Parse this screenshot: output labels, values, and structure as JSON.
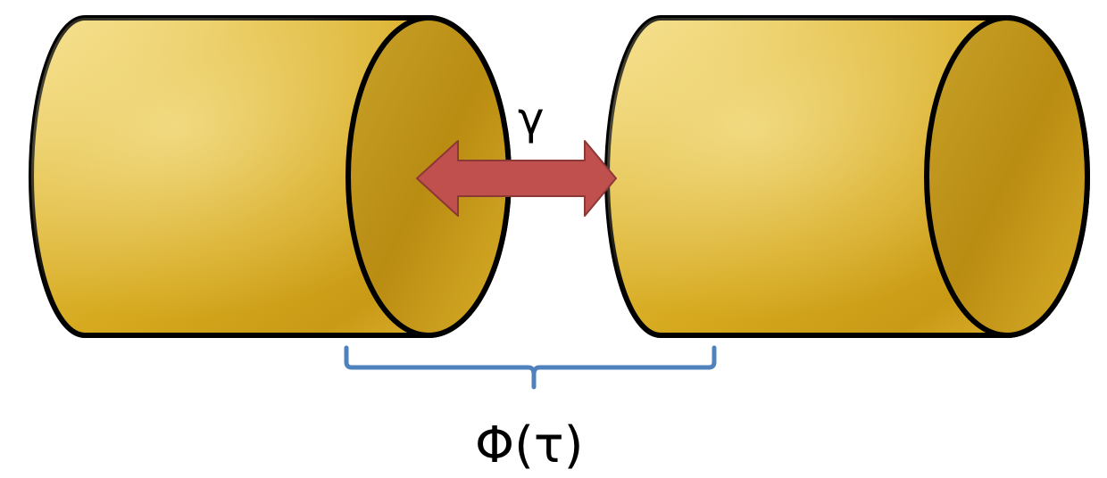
{
  "coupling_label": "γ",
  "separation_label": "Φ(τ)",
  "colors": {
    "cylinder_fill": "#d6a91e",
    "cylinder_highlight": "#f3df7a",
    "cylinder_shadow": "#a97a0c",
    "outline": "#000000",
    "arrow": "#c0504d",
    "arrow_edge": "#8c3836",
    "brace": "#4f81bd"
  },
  "icons": [
    "gold-cylinder",
    "double-headed-arrow",
    "brace"
  ]
}
